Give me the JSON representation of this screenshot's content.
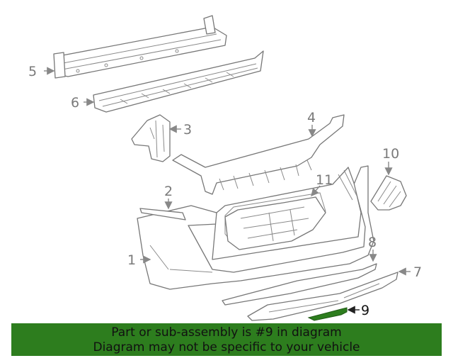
{
  "callouts": {
    "c1": "1",
    "c2": "2",
    "c3": "3",
    "c4": "4",
    "c5": "5",
    "c6": "6",
    "c7": "7",
    "c8": "8",
    "c9": "9",
    "c10": "10",
    "c11": "11"
  },
  "highlight_color": "#2d7d1e",
  "banner": {
    "line1": "Part or sub-assembly is #9 in diagram",
    "line2": "Diagram may not be specific to your vehicle"
  }
}
